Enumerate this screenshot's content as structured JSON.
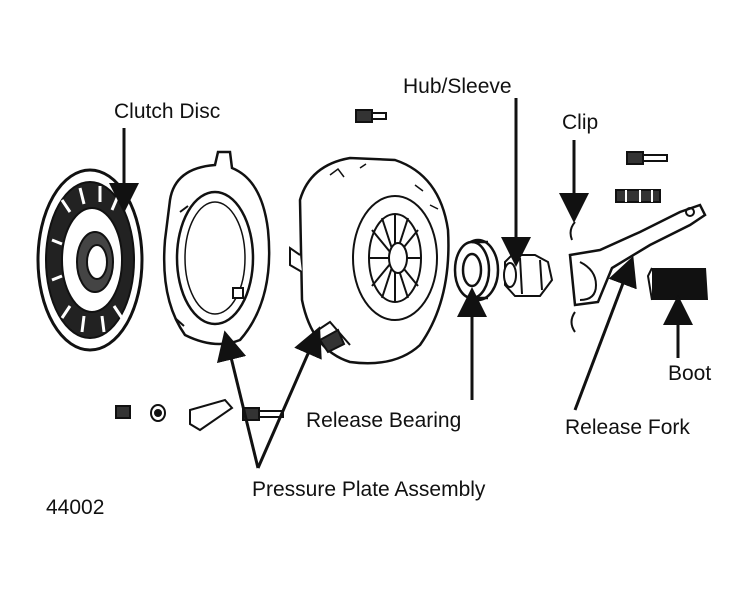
{
  "labels": {
    "clutch_disc": "Clutch Disc",
    "hub_sleeve": "Hub/Sleeve",
    "clip": "Clip",
    "boot": "Boot",
    "release_bearing": "Release Bearing",
    "release_fork": "Release Fork",
    "pressure_plate_assembly": "Pressure Plate Assembly",
    "figure_number": "44002"
  },
  "colors": {
    "ink": "#111111",
    "paper": "#ffffff"
  }
}
